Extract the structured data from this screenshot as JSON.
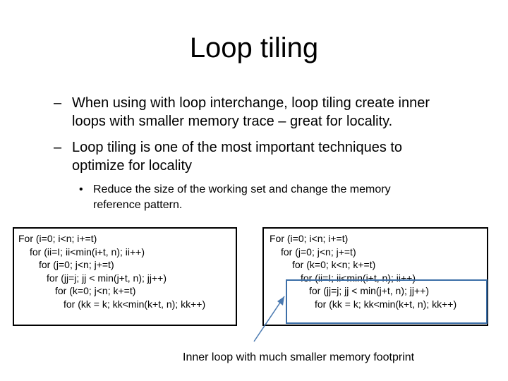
{
  "slide": {
    "title": "Loop tiling",
    "bullets": [
      {
        "marker": "–",
        "lines": [
          "When using with loop interchange, loop tiling create inner",
          "loops with smaller memory trace – great for locality."
        ]
      },
      {
        "marker": "–",
        "lines": [
          "Loop tiling is one of the most important techniques to",
          "optimize for locality"
        ]
      }
    ],
    "sub_bullet": {
      "marker": "•",
      "lines": [
        "Reduce the size of the working set and change the memory",
        "reference pattern."
      ]
    },
    "code_left": [
      "For (i=0; i<n; i+=t)",
      "for (ii=I; ii<min(i+t, n); ii++)",
      "for (j=0; j<n; j+=t)",
      "for (jj=j; jj < min(j+t, n); jj++)",
      "for (k=0; j<n; k+=t)",
      "for (kk = k; kk<min(k+t, n); kk++)"
    ],
    "code_right": [
      "For (i=0; i<n; i+=t)",
      "for (j=0; j<n; j+=t)",
      "for (k=0; k<n; k+=t)",
      "for (ii=I; ii<min(i+t, n); ii++)",
      "for (jj=j; jj < min(j+t, n); jj++)",
      "for (kk = k; kk<min(k+t, n); kk++)"
    ],
    "caption": "Inner loop with much smaller memory footprint",
    "colors": {
      "highlight_border": "#3d6fa8",
      "arrow": "#4a79b0",
      "text": "#000000"
    }
  }
}
